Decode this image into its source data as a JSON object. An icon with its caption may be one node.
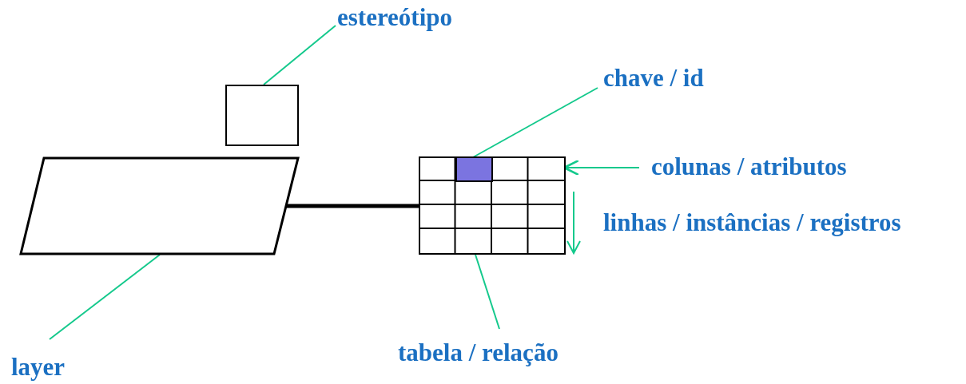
{
  "diagram": {
    "nodes": [
      {
        "text": [
          "estereótipo"
        ]
      },
      {
        "text": [],
        "shape": "box"
      },
      {
        "text": [
          "chave / id"
        ]
      },
      {
        "text": [],
        "shape": "parallelogram"
      },
      {
        "text": [],
        "shape": "table"
      },
      {
        "text": [],
        "shape": "box",
        "in": 4
      },
      {
        "text": [
          "colunas / atributos"
        ]
      },
      {
        "text": [
          "layer"
        ]
      },
      {
        "text": [
          "tabela / relação"
        ]
      }
    ],
    "edges": [
      {
        "from": 0,
        "to": 1,
        "arrow": "none"
      },
      {
        "from": 2,
        "to": 5,
        "arrow": "none"
      },
      {
        "from": 3,
        "to": 4,
        "arrow": "none",
        "style": "thick",
        "color": "#000000"
      },
      {
        "from": 6,
        "to": 4,
        "arrow": "to"
      },
      {
        "from": 7,
        "to": 3,
        "arrow": "none"
      },
      {
        "from": 8,
        "to": 4,
        "arrow": "none"
      }
    ],
    "labels": [
      "linhas / instâncias / registros"
    ]
  }
}
